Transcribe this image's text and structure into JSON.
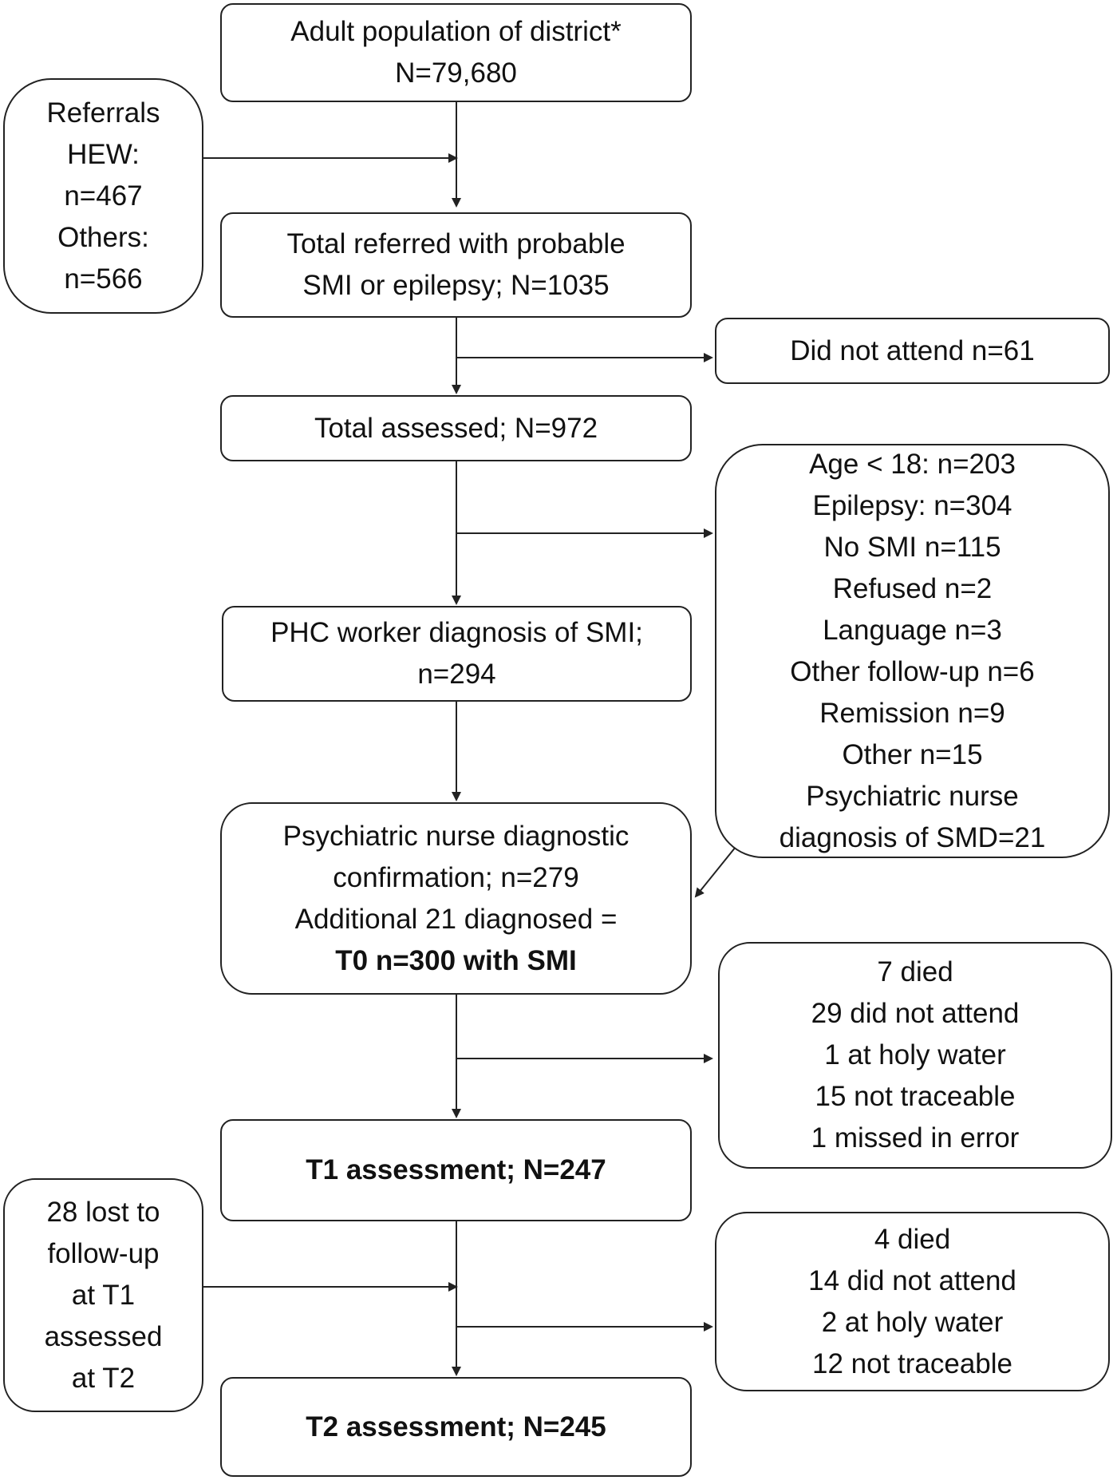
{
  "boxes": {
    "population": [
      "Adult population of district*",
      "N=79,680"
    ],
    "referrals": [
      "Referrals",
      "HEW:",
      "n=467",
      "Others:",
      "n=566"
    ],
    "total_referred": [
      "Total referred with probable",
      "SMI or epilepsy; N=1035"
    ],
    "did_not_attend": [
      "Did not attend n=61"
    ],
    "total_assessed": [
      "Total assessed; N=972"
    ],
    "exclusions": [
      "Age < 18: n=203",
      "Epilepsy: n=304",
      "No SMI n=115",
      "Refused n=2",
      "Language n=3",
      "Other follow-up n=6",
      "Remission n=9",
      "Other n=15",
      "Psychiatric nurse",
      "diagnosis of SMD=21"
    ],
    "phc_diagnosis": [
      "PHC worker diagnosis of SMI;",
      "n=294"
    ],
    "nurse_confirmation": [
      "Psychiatric nurse diagnostic",
      "confirmation; n=279",
      "Additional 21 diagnosed =",
      "T0 n=300 with SMI"
    ],
    "t1_losses": [
      "7 died",
      "29 did not attend",
      "1 at holy water",
      "15 not traceable",
      "1 missed in error"
    ],
    "t1_assessment": [
      "T1 assessment;  N=247"
    ],
    "lost_followup": [
      "28 lost to",
      "follow-up",
      "at T1",
      "assessed",
      "at T2"
    ],
    "t2_losses": [
      "4 died",
      "14 did not attend",
      "2 at holy water",
      "12 not traceable"
    ],
    "t2_assessment": [
      "T2 assessment;  N=245"
    ]
  },
  "colors": {
    "line": "#222222",
    "background": "#ffffff",
    "text": "#111111"
  }
}
